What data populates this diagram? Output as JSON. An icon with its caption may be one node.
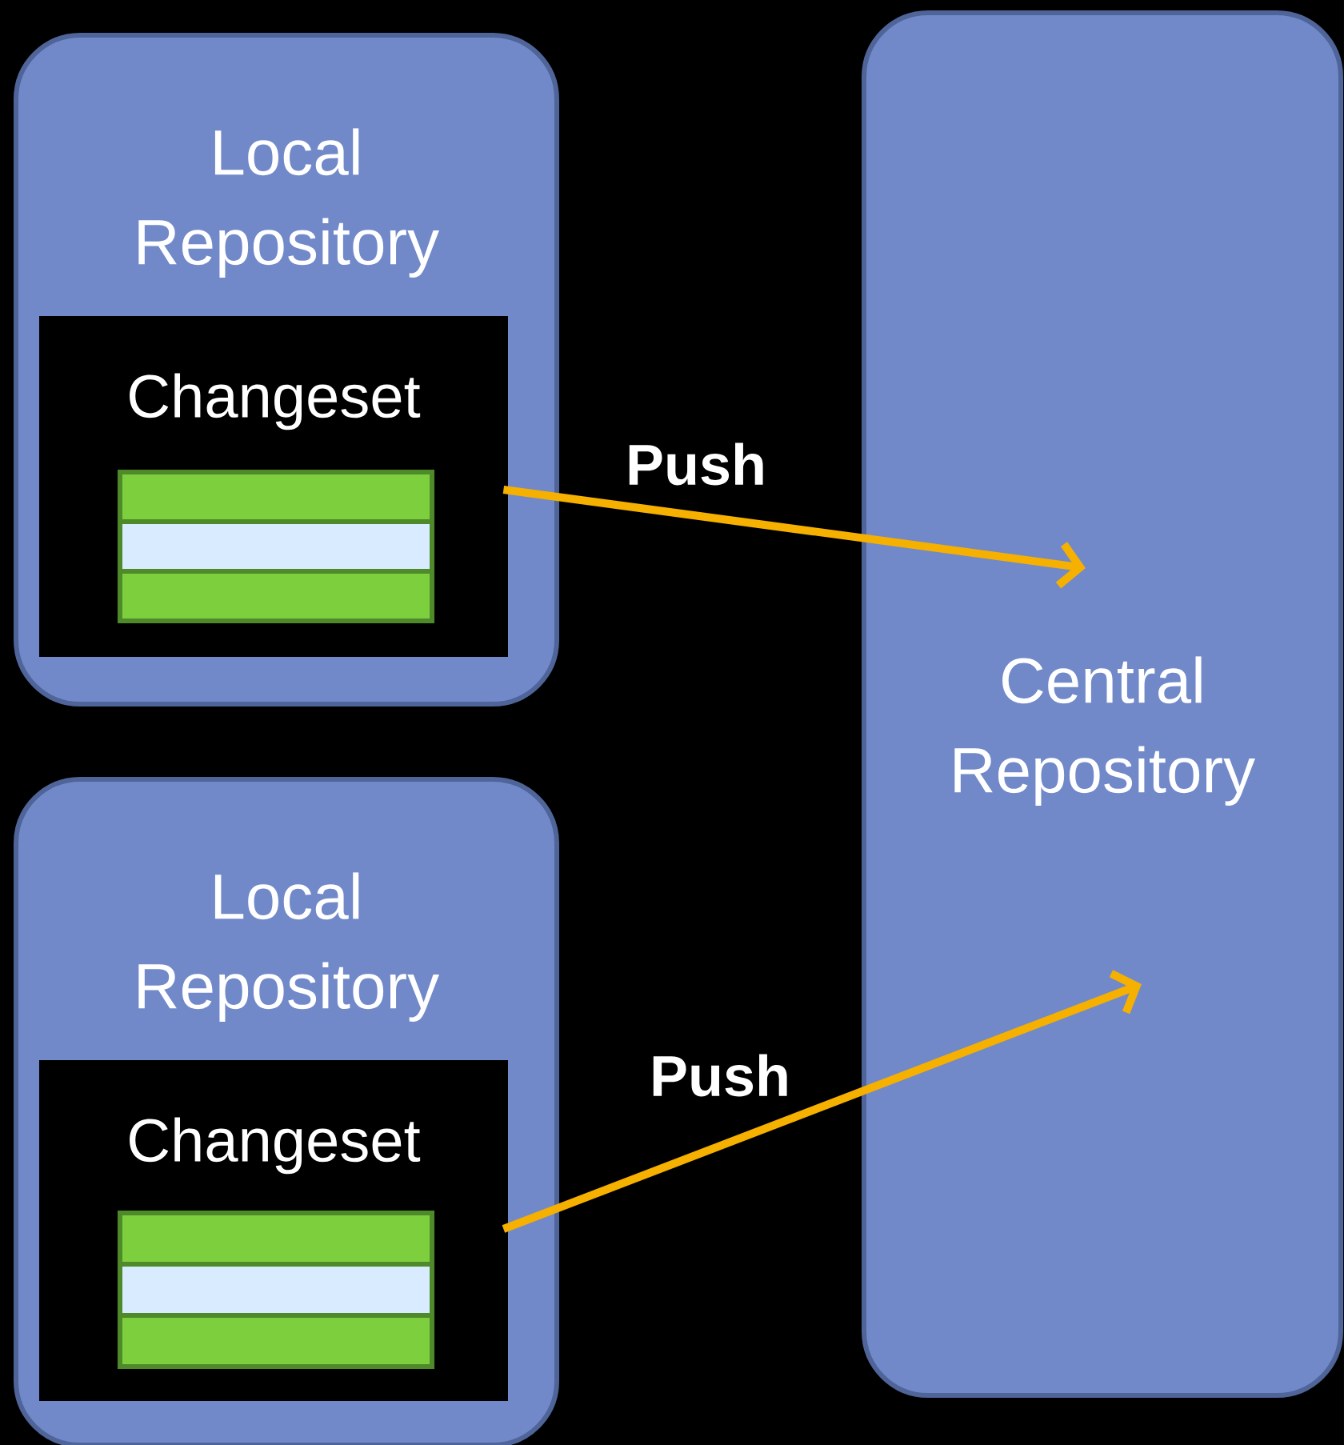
{
  "diagram": {
    "nodes": [
      {
        "text": [
          "Local Repository"
        ]
      },
      {
        "text": [
          "Changeset"
        ],
        "in": 0
      },
      {
        "text": [],
        "shape": "box",
        "in": 1
      },
      {
        "text": [
          "Local Repository"
        ]
      },
      {
        "text": [
          "Changeset"
        ],
        "in": 3
      },
      {
        "text": [],
        "shape": "box",
        "in": 4
      },
      {
        "text": [
          "Central Repository"
        ]
      }
    ],
    "edges": [
      {
        "from": 2,
        "to": 6,
        "arrow": "to",
        "label": "Push"
      },
      {
        "from": 5,
        "to": 6,
        "arrow": "to",
        "label": "Push"
      }
    ]
  }
}
